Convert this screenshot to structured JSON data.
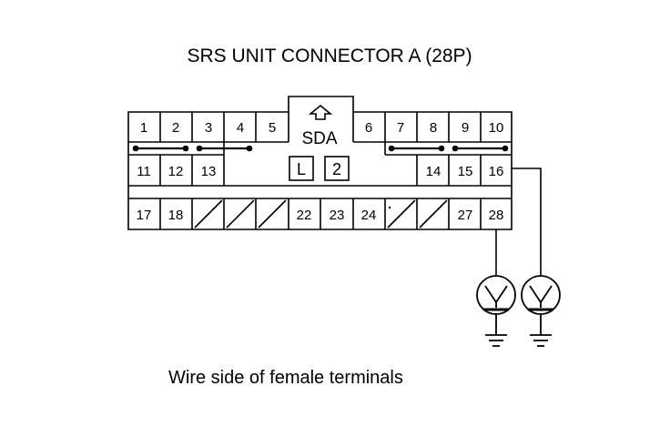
{
  "title": "SRS UNIT CONNECTOR A (28P)",
  "caption": "Wire side of female terminals",
  "connector": {
    "marking": "SDA",
    "key_labels": [
      "L",
      "2"
    ],
    "row1": [
      "1",
      "2",
      "3",
      "4",
      "5",
      "6",
      "7",
      "8",
      "9",
      "10"
    ],
    "row2": [
      "11",
      "12",
      "13",
      "14",
      "15",
      "16"
    ],
    "row3": [
      "17",
      "18",
      "22",
      "23",
      "24",
      "27",
      "28"
    ]
  },
  "meters": [
    {
      "terminal": "28",
      "icon": "voltmeter-icon"
    },
    {
      "terminal": "16",
      "icon": "voltmeter-icon"
    }
  ]
}
